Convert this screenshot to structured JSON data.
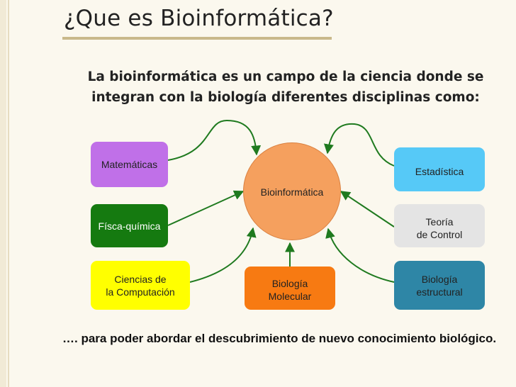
{
  "slide": {
    "title": "¿Que es Bioinformática?",
    "intro": "La bioinformática es un campo de la ciencia donde se integran con la biología diferentes disciplinas como:",
    "footer": "…. para poder abordar el descubrimiento de nuevo conocimiento biológico."
  },
  "diagram": {
    "center": {
      "label": "Bioinformática",
      "color": "#f5a05e"
    },
    "nodes": [
      {
        "id": "matematicas",
        "label": "Matemáticas",
        "color": "#c070e8"
      },
      {
        "id": "fisica-quimica",
        "label": "Físca-química",
        "color": "#157a10"
      },
      {
        "id": "ciencias-computacion",
        "label": "Ciencias de\nla Computación",
        "color": "#ffff00"
      },
      {
        "id": "biologia-molecular",
        "label": "Biología\nMolecular",
        "color": "#f77a12"
      },
      {
        "id": "estadistica",
        "label": "Estadística",
        "color": "#56c9f7"
      },
      {
        "id": "teoria-control",
        "label": "Teoría\nde Control",
        "color": "#e4e4e4"
      },
      {
        "id": "biologia-estructural",
        "label": "Biología\nestructural",
        "color": "#2e86a6"
      }
    ],
    "arrow_color": "#1f7a1f"
  }
}
